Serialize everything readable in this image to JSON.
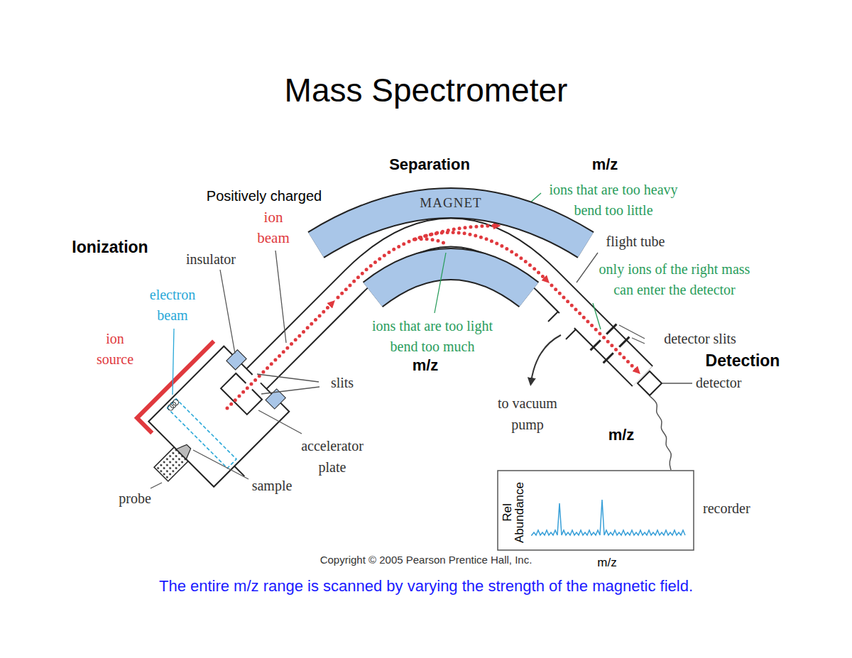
{
  "diagram": {
    "title": "Mass Spectrometer",
    "caption": "The entire m/z range is scanned by varying the strength of the magnetic field.",
    "nodes": [
      {
        "text": [
          "MAGNET"
        ]
      },
      {
        "text": [
          "detector"
        ]
      },
      {
        "text": [
          "Rel Abundance",
          "recorder"
        ]
      }
    ],
    "edges": [
      {
        "from": 1,
        "to": 2,
        "arrow": "none"
      }
    ],
    "labels": [
      "Separation",
      "m/z",
      "Positively charged",
      "ion beam",
      "Ionization",
      "insulator",
      "electron beam",
      "ion source",
      "probe",
      "sample",
      "slits",
      "accelerator plate",
      "ions that are too heavy bend too little",
      "flight tube",
      "only ions of the right mass can enter the detector",
      "ions that are too light bend too much",
      "m/z",
      "detector slits",
      "Detection",
      "to vacuum pump",
      "m/z",
      "Copyright © 2005 Pearson Prentice Hall, Inc.",
      "m/z"
    ]
  }
}
